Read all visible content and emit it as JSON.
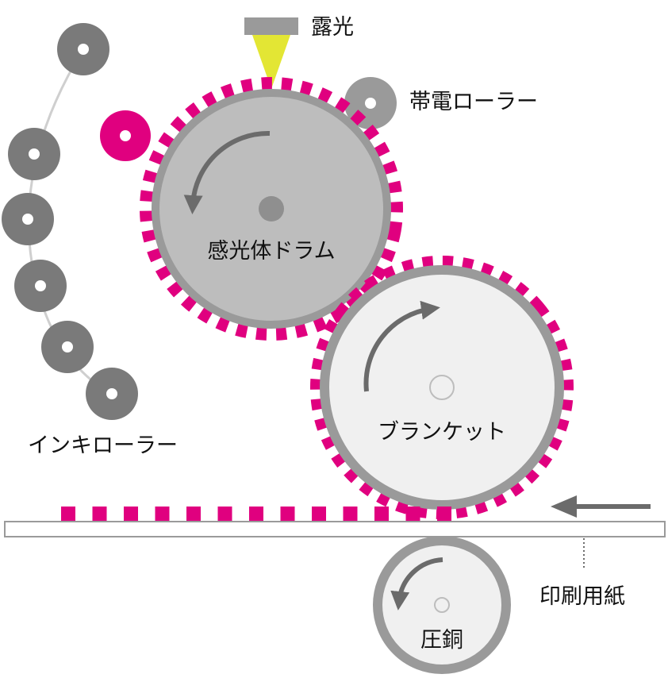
{
  "labels": {
    "exposure": "露光",
    "charge_roller": "帯電ローラー",
    "photoreceptor_drum": "感光体ドラム",
    "blanket": "ブランケット",
    "ink_rollers": "インキローラー",
    "printing_paper": "印刷用紙",
    "impression_cylinder": "圧銅"
  },
  "colors": {
    "magenta": "#e0007f",
    "drum_gray": "#bdbdbd",
    "rim_gray": "#9a9a9a",
    "roller_dark": "#7a7a7a",
    "light_fill": "#f0f0f0",
    "exposure_yellow": "#e3e634",
    "arrow_gray": "#6b6b6b"
  }
}
